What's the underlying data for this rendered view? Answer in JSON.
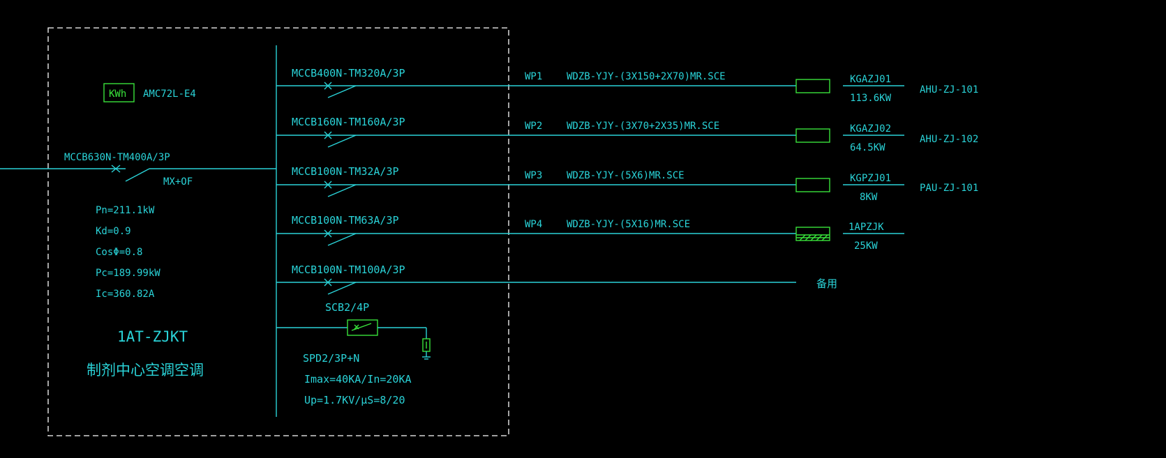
{
  "colors": {
    "background": "#000000",
    "wire": "#2ad3d8",
    "device": "#39e23b",
    "frame": "#ffffff"
  },
  "panel": {
    "meter_box_label": "KWh",
    "meter_model": "AMC72L-E4",
    "main_breaker": "MCCB630N-TM400A/3P",
    "main_breaker_accessory": "MX+OF",
    "params": [
      "Pn=211.1kW",
      "Kd=0.9",
      "CosΦ=0.8",
      "Pc=189.99kW",
      "Ic=360.82A"
    ],
    "code": "1AT-ZJKT",
    "name": "制剂中心空调空调"
  },
  "circuits": [
    {
      "breaker": "MCCB400N-TM320A/3P",
      "circuit": "WP1",
      "cable": "WDZB-YJY-(3X150+2X70)MR.SCE",
      "load_code": "KGAZJ01",
      "load_power": "113.6KW",
      "equipment": "AHU-ZJ-101",
      "load_type": "box"
    },
    {
      "breaker": "MCCB160N-TM160A/3P",
      "circuit": "WP2",
      "cable": "WDZB-YJY-(3X70+2X35)MR.SCE",
      "load_code": "KGAZJ02",
      "load_power": "64.5KW",
      "equipment": "AHU-ZJ-102",
      "load_type": "box"
    },
    {
      "breaker": "MCCB100N-TM32A/3P",
      "circuit": "WP3",
      "cable": "WDZB-YJY-(5X6)MR.SCE",
      "load_code": "KGPZJ01",
      "load_power": "8KW",
      "equipment": "PAU-ZJ-101",
      "load_type": "box"
    },
    {
      "breaker": "MCCB100N-TM63A/3P",
      "circuit": "WP4",
      "cable": "WDZB-YJY-(5X16)MR.SCE",
      "load_code": "1APZJK",
      "load_power": "25KW",
      "equipment": "",
      "load_type": "hatched"
    },
    {
      "breaker": "MCCB100N-TM100A/3P",
      "circuit": "",
      "cable": "",
      "load_code": "",
      "load_power": "",
      "equipment": "",
      "load_type": "spare",
      "spare_label": "备用"
    }
  ],
  "spd": {
    "breaker": "SCB2/4P",
    "model": "SPD2/3P+N",
    "imax": "Imax=40KA/In=20KA",
    "up": "Up=1.7KV/μS=8/20"
  }
}
